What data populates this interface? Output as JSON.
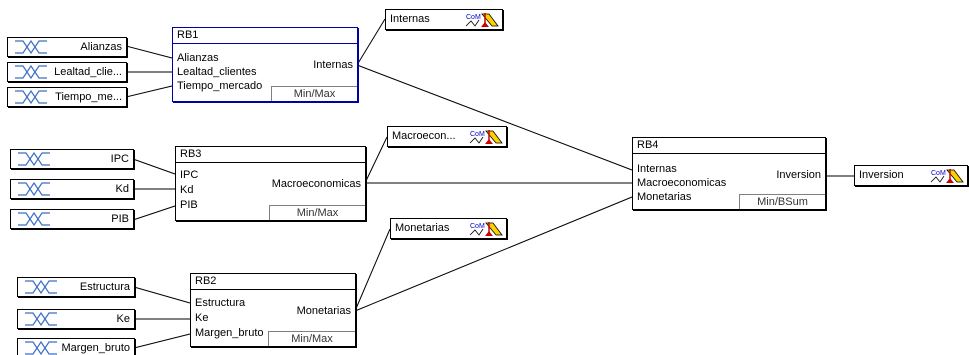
{
  "inputs": [
    {
      "label": "Alianzas"
    },
    {
      "label": "Lealtad_clie..."
    },
    {
      "label": "Tiempo_me..."
    },
    {
      "label": "IPC"
    },
    {
      "label": "Kd"
    },
    {
      "label": "PIB"
    },
    {
      "label": "Estructura"
    },
    {
      "label": "Ke"
    },
    {
      "label": "Margen_bruto"
    }
  ],
  "rule_blocks": [
    {
      "title": "RB1",
      "inputs": [
        "Alianzas",
        "Lealtad_clientes",
        "Tiempo_mercado"
      ],
      "output": "Internas",
      "operator": "Min/Max"
    },
    {
      "title": "RB3",
      "inputs": [
        "IPC",
        "Kd",
        "PIB"
      ],
      "output": "Macroeconomicas",
      "operator": "Min/Max"
    },
    {
      "title": "RB2",
      "inputs": [
        "Estructura",
        "Ke",
        "Margen_bruto"
      ],
      "output": "Monetarias",
      "operator": "Min/Max"
    },
    {
      "title": "RB4",
      "inputs": [
        "Internas",
        "Macroeconomicas",
        "Monetarias"
      ],
      "output": "Inversion",
      "operator": "Min/BSum"
    }
  ],
  "outputs": [
    {
      "label": "Internas",
      "icon": "com-defuzzifier-icon"
    },
    {
      "label": "Macroecon...",
      "icon": "com-defuzzifier-icon"
    },
    {
      "label": "Monetarias",
      "icon": "com-defuzzifier-icon"
    },
    {
      "label": "Inversion",
      "icon": "com-defuzzifier-icon"
    }
  ],
  "icon_text": {
    "com": "CoM"
  },
  "colors": {
    "membership_icon": "#3b6fc4",
    "selected_block": "#0000aa",
    "com_text": "#0000cc",
    "com_accent": "#cc0000",
    "com_fill": "#ffd000"
  }
}
